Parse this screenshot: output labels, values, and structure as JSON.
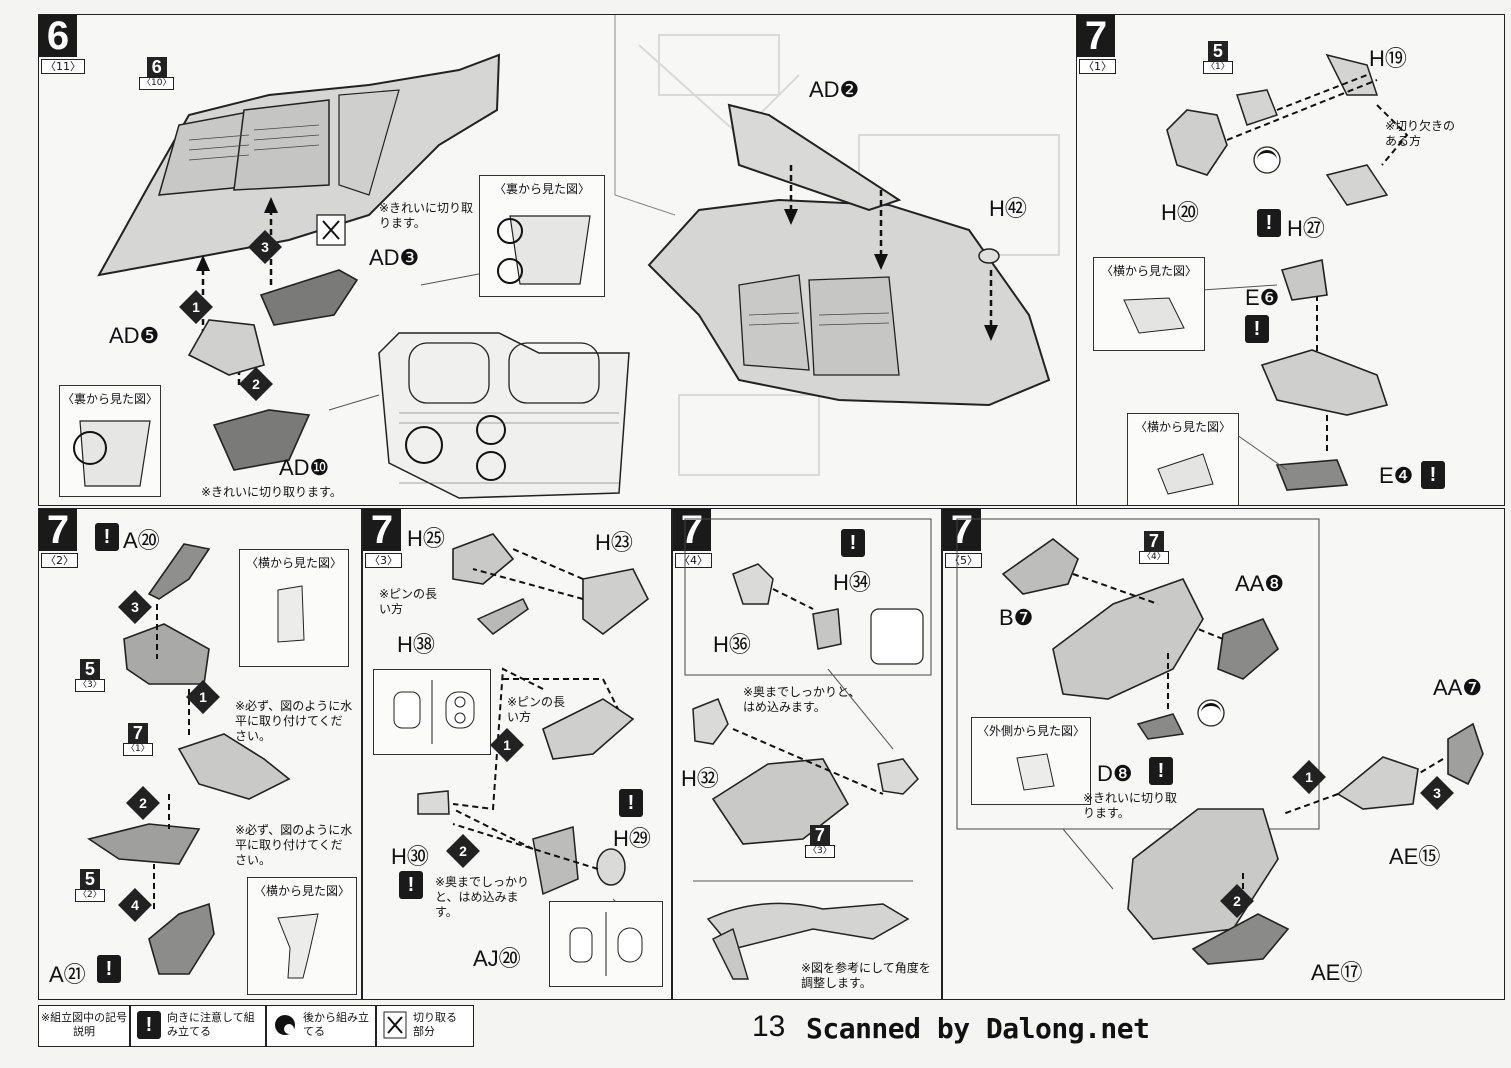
{
  "page": {
    "page_number": "13",
    "scan_credit": "Scanned by Dalong.net"
  },
  "legend": {
    "title": "※組立図中の記号説明",
    "items": [
      {
        "icon": "exclamation-icon",
        "text": "向きに注意して組み立てる"
      },
      {
        "icon": "rear-assembly-icon",
        "text": "後から組み立てる"
      },
      {
        "icon": "cutter-icon",
        "text": "切り取る部分"
      }
    ]
  },
  "step6": {
    "number": "6",
    "sub": "〈11〉",
    "ref": {
      "number": "6",
      "sub": "〈10〉"
    },
    "parts": [
      "AD❷",
      "H㊷",
      "AD❸",
      "AD❺",
      "AD❿"
    ],
    "notes": {
      "clean_cut_1": "※きれいに切り取ります。",
      "clean_cut_2": "※きれいに切り取ります。"
    },
    "insets": {
      "rear_view_1": "〈裏から見た図〉",
      "rear_view_2": "〈裏から見た図〉"
    },
    "steps": [
      "1",
      "2",
      "3"
    ]
  },
  "step7_1": {
    "number": "7",
    "sub": "〈1〉",
    "ref": {
      "number": "5",
      "sub": "〈1〉"
    },
    "parts": [
      "H⑲",
      "H⑳",
      "H㉗",
      "E❻",
      "E❹"
    ],
    "notes": {
      "notch": "※切り欠きのある方"
    },
    "insets": {
      "side_view_1": "〈横から見た図〉",
      "side_view_2": "〈横から見た図〉"
    }
  },
  "step7_2": {
    "number": "7",
    "sub": "〈2〉",
    "refs": [
      {
        "number": "5",
        "sub": "〈3〉"
      },
      {
        "number": "7",
        "sub": "〈1〉"
      },
      {
        "number": "5",
        "sub": "〈2〉"
      }
    ],
    "parts": [
      "A⑳",
      "A㉑"
    ],
    "notes": {
      "horizontal_1": "※必ず、図のように水平に取り付けてください。",
      "horizontal_2": "※必ず、図のように水平に取り付けてください。"
    },
    "insets": {
      "side_view_1": "〈横から見た図〉",
      "side_view_2": "〈横から見た図〉"
    },
    "steps": [
      "1",
      "2",
      "3",
      "4"
    ]
  },
  "step7_3": {
    "number": "7",
    "sub": "〈3〉",
    "parts": [
      "H㉕",
      "H㉓",
      "H㊳",
      "H㉚",
      "H㉙",
      "AJ⑳"
    ],
    "notes": {
      "pin_long_1": "※ピンの長い方",
      "pin_long_2": "※ピンの長い方",
      "push_in": "※奥までしっかりと、はめ込みます。"
    },
    "steps": [
      "1",
      "2"
    ]
  },
  "step7_4": {
    "number": "7",
    "sub": "〈4〉",
    "ref": {
      "number": "7",
      "sub": "〈3〉"
    },
    "parts": [
      "H㉞",
      "H㊱",
      "H㉜"
    ],
    "notes": {
      "push_in": "※奥までしっかりと、はめ込みます。",
      "adjust": "※図を参考にして角度を調整します。"
    }
  },
  "step7_5": {
    "number": "7",
    "sub": "〈5〉",
    "ref": {
      "number": "7",
      "sub": "〈4〉"
    },
    "parts": [
      "B❼",
      "AA❽",
      "D❽",
      "AA❼",
      "AE⑮",
      "AE⑰"
    ],
    "notes": {
      "clean_cut": "※きれいに切り取ります。"
    },
    "insets": {
      "outer_view": "〈外側から見た図〉"
    },
    "steps": [
      "1",
      "2",
      "3"
    ]
  }
}
